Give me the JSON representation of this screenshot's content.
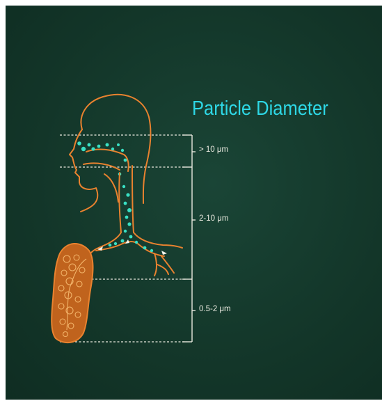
{
  "title": "Particle Diameter",
  "bands": [
    {
      "label": "> 10 μm"
    },
    {
      "label": "2-10 μm"
    },
    {
      "label": "0.5-2 μm"
    }
  ],
  "colors": {
    "background": "#143a2e",
    "title": "#2ed8e6",
    "outline": "#e9822f",
    "lung_fill": "#c0631d",
    "particles": "#39e0c4",
    "lines": "#e9e9df"
  }
}
